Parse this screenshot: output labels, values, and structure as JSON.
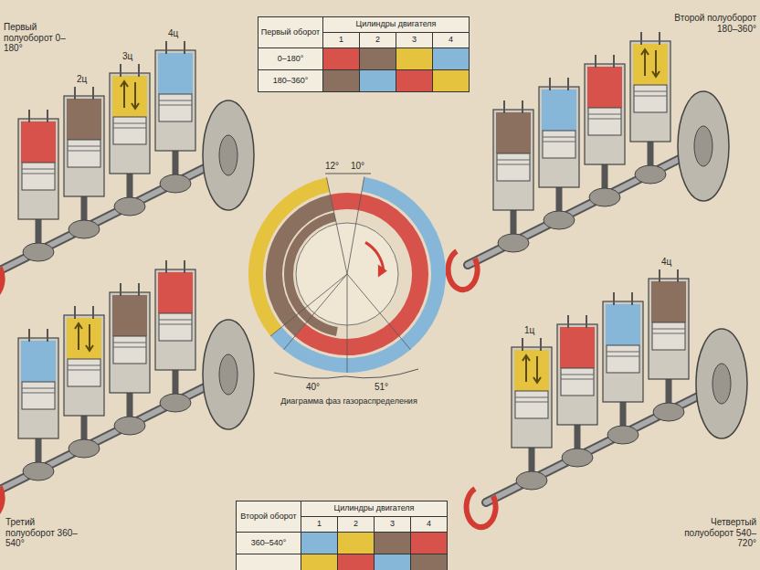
{
  "diagram": {
    "caption": "Диаграмма фаз газораспределения",
    "labels": [
      "Первый полуоборот 0–180°",
      "Второй полуоборот 180–360°",
      "Третий полуоборот 360–540°",
      "Четвертый полуоборот 540–720°",
      "Первый оборот",
      "Цилиндры двигателя",
      "1",
      "2",
      "3",
      "4",
      "0–180°",
      "180–360°",
      "Второй оборот",
      "Цилиндры двигателя",
      "1",
      "2",
      "3",
      "4",
      "360–540°",
      "12°",
      "10°",
      "40°",
      "51°",
      "4ц",
      "3ц",
      "2ц",
      "4ц",
      "1ц"
    ]
  }
}
